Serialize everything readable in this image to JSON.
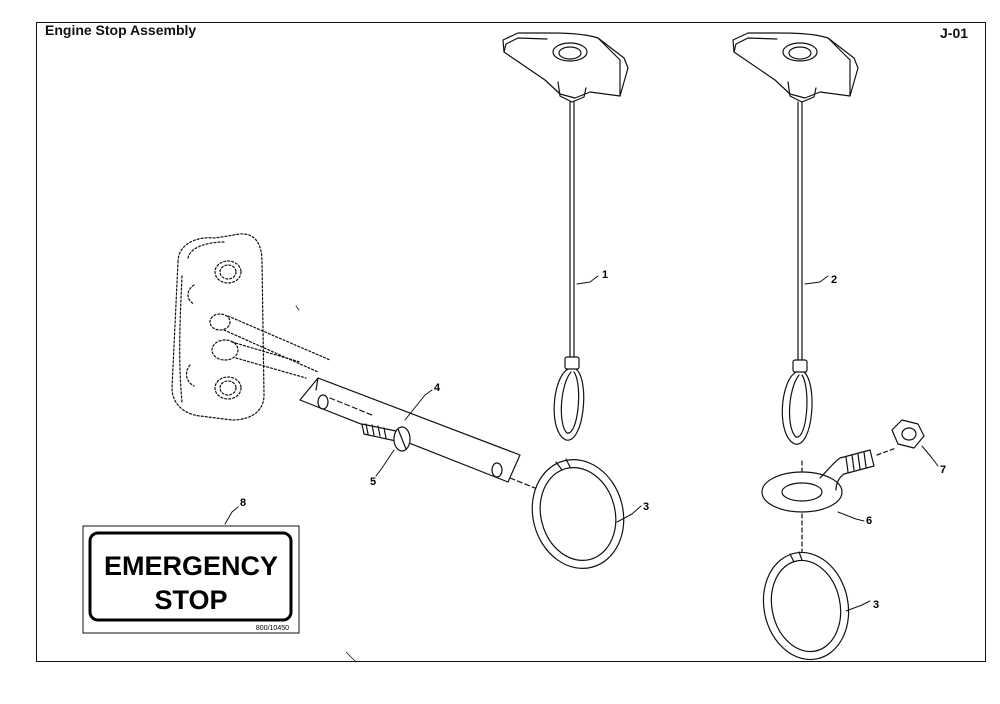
{
  "header": {
    "title": "Engine Stop Assembly",
    "page_code": "J-01"
  },
  "callouts": [
    "1",
    "2",
    "3",
    "4",
    "5",
    "3",
    "6",
    "7",
    "8"
  ],
  "decal": {
    "line1": "EMERGENCY",
    "line2": "STOP",
    "part_number": "800/10450"
  }
}
